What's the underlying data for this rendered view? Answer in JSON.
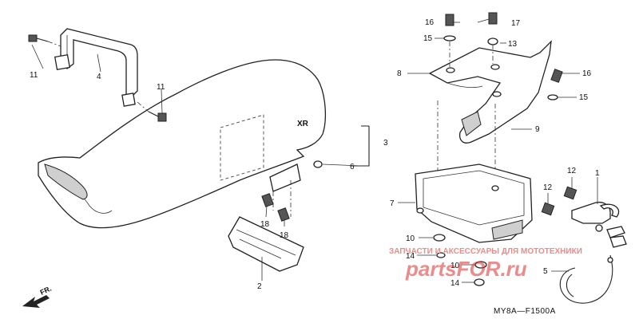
{
  "diagram_code": "MY8A—F1500A",
  "front_indicator": "FR.",
  "watermark": {
    "caption": "ЗАПЧАСТИ И АКСЕССУАРЫ ДЛЯ МОТОТЕХНИКИ",
    "logo": "partsFOR.ru"
  },
  "callouts": {
    "c1": "1",
    "c2": "2",
    "c3": "3",
    "c4": "4",
    "c5": "5",
    "c6": "6",
    "c7": "7",
    "c8": "8",
    "c9": "9",
    "c10a": "10",
    "c10b": "10",
    "c11a": "11",
    "c11b": "11",
    "c12a": "12",
    "c12b": "12",
    "c13": "13",
    "c14a": "14",
    "c14b": "14",
    "c15a": "15",
    "c15b": "15",
    "c16a": "16",
    "c16b": "16",
    "c17": "17",
    "c18a": "18",
    "c18b": "18"
  }
}
